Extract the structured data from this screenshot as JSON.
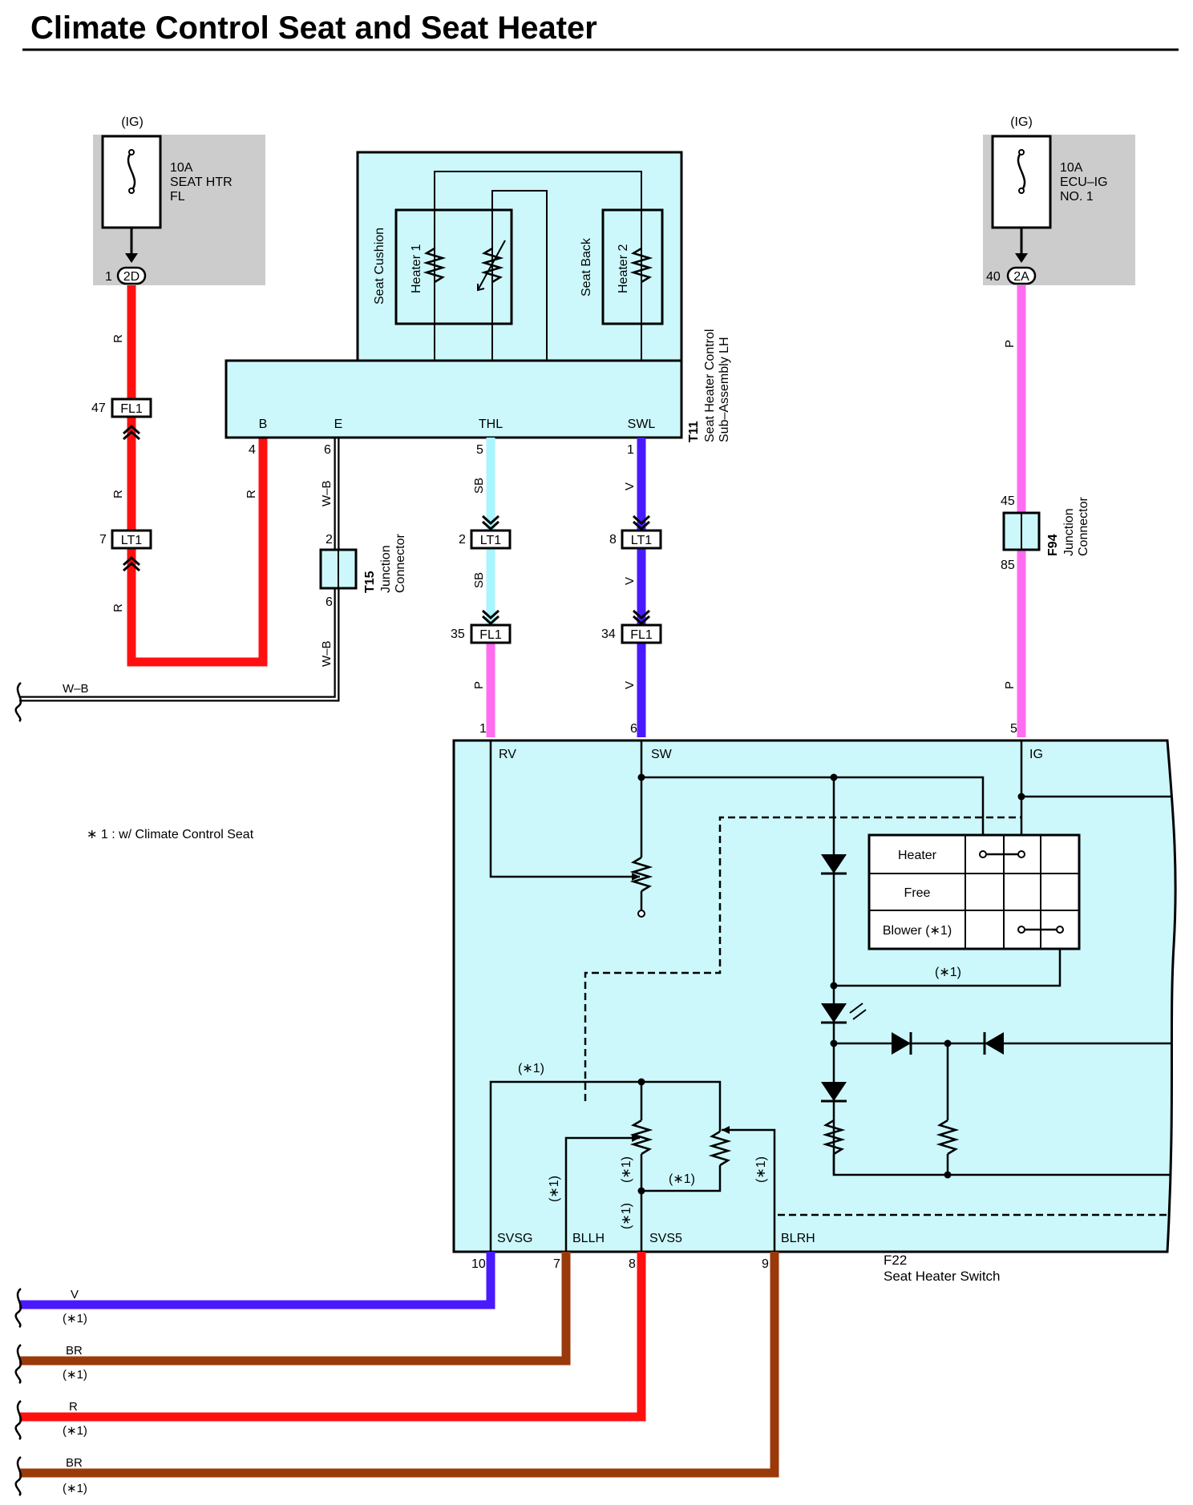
{
  "title": "Climate Control Seat and Seat Heater",
  "note": "∗ 1 : w/ Climate Control Seat",
  "fuses": [
    {
      "supply": "(IG)",
      "rating": "10A",
      "name_l1": "SEAT HTR",
      "name_l2": "FL",
      "pin": "1",
      "connector": "2D"
    },
    {
      "supply": "(IG)",
      "rating": "10A",
      "name_l1": "ECU–IG",
      "name_l2": "NO. 1",
      "pin": "40",
      "connector": "2A"
    }
  ],
  "heater_assembly": {
    "code": "T11",
    "name_l1": "Seat Heater Control",
    "name_l2": "Sub–Assembly LH",
    "seat_cushion": "Seat Cushion",
    "heater1": "Heater 1",
    "seat_back": "Seat Back",
    "heater2": "Heater 2",
    "terminals": [
      {
        "name": "B",
        "pin": "4"
      },
      {
        "name": "E",
        "pin": "6"
      },
      {
        "name": "THL",
        "pin": "5"
      },
      {
        "name": "SWL",
        "pin": "1"
      }
    ]
  },
  "connectors": {
    "fl1": "FL1",
    "lt1": "LT1",
    "t15": {
      "code": "T15",
      "name_l1": "Junction",
      "name_l2": "Connector",
      "pin_top": "2",
      "pin_bottom": "6"
    },
    "f94": {
      "code": "F94",
      "name_l1": "Junction",
      "name_l2": "Connector",
      "pin_top": "45",
      "pin_bottom": "85"
    }
  },
  "pins": {
    "r_fl1": "47",
    "r_lt1": "7",
    "sb_lt1": "2",
    "sb_fl1": "35",
    "v_lt1": "8",
    "v_fl1": "34"
  },
  "wire_codes": {
    "r": "R",
    "wb": "W–B",
    "sb": "SB",
    "v": "V",
    "p": "P",
    "br": "BR",
    "ground_wb": "W–B"
  },
  "switch": {
    "code": "F22",
    "name": "Seat Heater Switch",
    "top_terminals": [
      {
        "name": "RV",
        "pin": "1"
      },
      {
        "name": "SW",
        "pin": "6"
      },
      {
        "name": "IG",
        "pin": "5"
      }
    ],
    "bottom_terminals": [
      {
        "name": "SVSG",
        "pin": "10"
      },
      {
        "name": "BLLH",
        "pin": "7"
      },
      {
        "name": "SVS5",
        "pin": "8"
      },
      {
        "name": "BLRH",
        "pin": "9"
      }
    ],
    "modes": [
      "Heater",
      "Free",
      "Blower (∗1)"
    ],
    "star1": "(∗1)"
  },
  "bottom_wires": [
    {
      "code": "V",
      "note": "(∗1)",
      "color": "#4a1aff"
    },
    {
      "code": "BR",
      "note": "(∗1)",
      "color": "#9a3a0a"
    },
    {
      "code": "R",
      "note": "(∗1)",
      "color": "#ff1010"
    },
    {
      "code": "BR",
      "note": "(∗1)",
      "color": "#9a3a0a"
    }
  ],
  "colors": {
    "r": "#ff1010",
    "sb": "#a8f4ff",
    "v": "#4a1aff",
    "p": "#ff6cf0",
    "br": "#9a3a0a",
    "box": "#ccf8fc",
    "fuse_bg": "#cccccc"
  }
}
